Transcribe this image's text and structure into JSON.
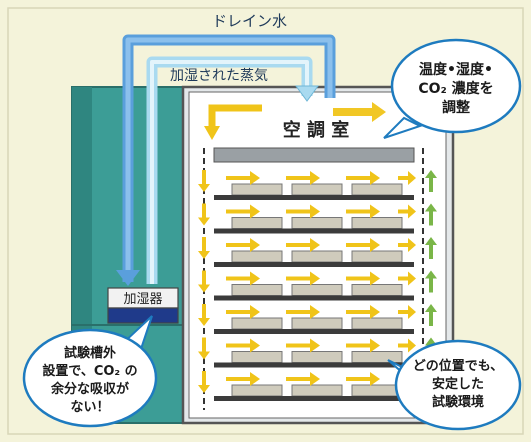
{
  "labels": {
    "drain_water": "ドレイン水",
    "humidified_steam": "加湿された蒸気",
    "chamber": "空 調 室",
    "humidifier": "加湿器"
  },
  "callouts": {
    "top_right": [
      "温度•湿度•",
      "CO₂ 濃度を",
      "調整"
    ],
    "bottom_left": [
      "試験槽外",
      "設置で、CO₂ の",
      "余分な吸収が",
      "ない！"
    ],
    "bottom_right": [
      "どの位置でも、",
      "安定した",
      "試験環境"
    ]
  },
  "colors": {
    "background": "#f4f3da",
    "teal_housing": "#3c9d96",
    "drain_pipe": "#5a9fdc",
    "steam_pipe": "#a9daf0",
    "flow_arrow": "#f0c419",
    "side_arrow": "#7ab648",
    "callout_fill": "#1e7bbf"
  },
  "shelves": {
    "count": 7,
    "trays_per_shelf": 3
  }
}
